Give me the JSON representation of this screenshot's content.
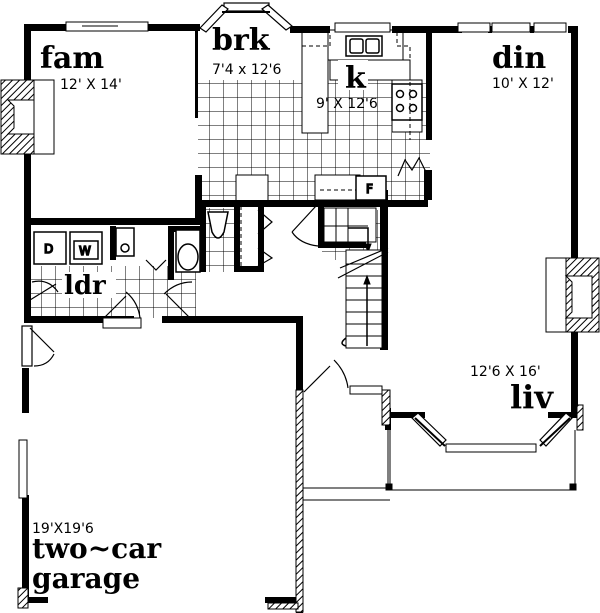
{
  "plan": {
    "colors": {
      "wall": "#000000",
      "background": "#ffffff",
      "hatch": "#000000"
    },
    "rooms": [
      {
        "id": "fam",
        "name": "fam",
        "dimensions": "12' X 14'"
      },
      {
        "id": "brk",
        "name": "brk",
        "dimensions": "7'4 x 12'6"
      },
      {
        "id": "k",
        "name": "k",
        "dimensions": "9' X 12'6"
      },
      {
        "id": "din",
        "name": "din",
        "dimensions": "10' X 12'"
      },
      {
        "id": "ldr",
        "name": "ldr",
        "dimensions": ""
      },
      {
        "id": "liv",
        "name": "liv",
        "dimensions": "12'6 X 16'"
      },
      {
        "id": "garage",
        "name_line1": "two~car",
        "name_line2": "garage",
        "dimensions": "19'X19'6"
      }
    ],
    "appliances": {
      "dryer": "D",
      "washer": "W",
      "fridge": "F"
    },
    "icons": [
      "fireplace-icon",
      "sink-icon",
      "stove-icon",
      "toilet-icon",
      "stairs-icon",
      "door-swing-icon",
      "bay-window-icon"
    ]
  }
}
